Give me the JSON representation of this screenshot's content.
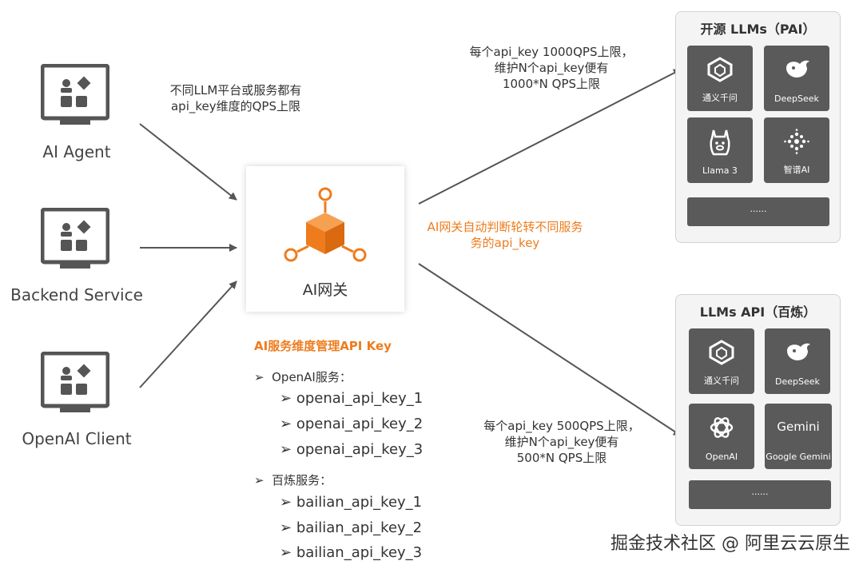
{
  "clients": [
    {
      "label": "AI Agent",
      "icon": "monitor-app-icon"
    },
    {
      "label": "Backend Service",
      "icon": "monitor-app-icon"
    },
    {
      "label": "OpenAI Client",
      "icon": "monitor-app-icon"
    }
  ],
  "left_note": [
    "不同LLM平台或服务都有",
    "api_key维度的QPS上限"
  ],
  "gateway": {
    "title": "AI网关",
    "icon": "gateway-cube-icon"
  },
  "gateway_note": [
    "AI网关自动判断轮转不同服务",
    "务的api_key"
  ],
  "top_note": [
    "每个api_key 1000QPS上限，",
    "维护N个api_key便有",
    "1000*N QPS上限"
  ],
  "bottom_note": [
    "每个api_key 500QPS上限，",
    "维护N个api_key便有",
    "500*N QPS上限"
  ],
  "management": {
    "title": "AI服务维度管理API Key",
    "services": [
      {
        "name": "OpenAI服务：",
        "keys": [
          "openai_api_key_1",
          "openai_api_key_2",
          "openai_api_key_3"
        ]
      },
      {
        "name": "百炼服务：",
        "keys": [
          "bailian_api_key_1",
          "bailian_api_key_2",
          "bailian_api_key_3"
        ]
      }
    ]
  },
  "panels": [
    {
      "title": "开源 LLMs（PAI）",
      "models": [
        {
          "label": "通义千问",
          "icon": "tongyi-icon"
        },
        {
          "label": "DeepSeek",
          "icon": "deepseek-whale-icon"
        },
        {
          "label": "Llama 3",
          "icon": "llama-icon"
        },
        {
          "label": "智谱AI",
          "icon": "zhipu-dots-icon"
        }
      ],
      "more": "......"
    },
    {
      "title": "LLMs API（百炼）",
      "models": [
        {
          "label": "通义千问",
          "icon": "tongyi-icon"
        },
        {
          "label": "DeepSeek",
          "icon": "deepseek-whale-icon"
        },
        {
          "label": "OpenAI",
          "icon": "openai-knot-icon"
        },
        {
          "label": "Google Gemini",
          "icon": "gemini-wordmark-icon",
          "wordmark": "Gemini"
        }
      ],
      "more": "......"
    }
  ],
  "watermark": "掘金技术社区 @ 阿里云云原生",
  "colors": {
    "accent": "#ee7c1d",
    "tile": "#5a5a5a",
    "arrow": "#555555"
  }
}
